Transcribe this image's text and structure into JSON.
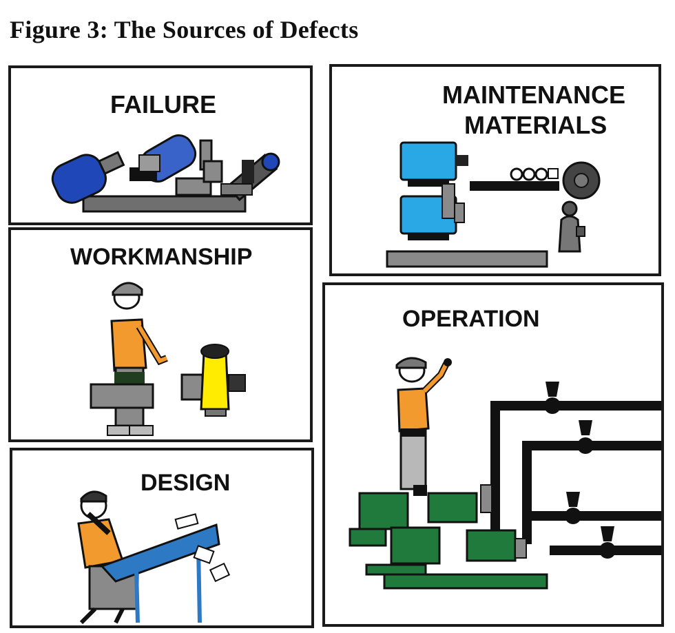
{
  "figure": {
    "title": "Figure 3: The Sources of Defects"
  },
  "panels": {
    "failure": {
      "label": "FAILURE"
    },
    "maintenance": {
      "label_line1": "MAINTENANCE",
      "label_line2": "MATERIALS"
    },
    "workmanship": {
      "label": "WORKMANSHIP"
    },
    "operation": {
      "label": "OPERATION"
    },
    "design": {
      "label": "DESIGN"
    }
  },
  "colors": {
    "border": "#1a1a1a",
    "worker_shirt": "#f39a2f",
    "worker_pants": "#b8b8b8",
    "failure_blue": "#1f47b8",
    "maintenance_cyan": "#2aa8e6",
    "valve_yellow": "#ffec00",
    "pump_green": "#1f7a3c",
    "drafting_table_blue": "#2d79c4",
    "gray": "#8a8a8a"
  },
  "icons": [
    "failed-pump-icon",
    "pump-motor-icon",
    "worker-icon",
    "valve-icon",
    "pipe-network-icon",
    "drafting-table-icon"
  ]
}
